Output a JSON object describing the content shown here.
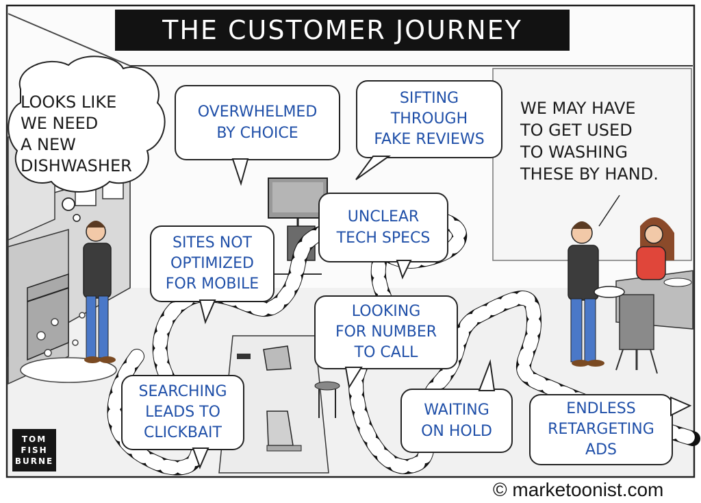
{
  "title": "THE CUSTOMER JOURNEY",
  "thought_bubble": [
    "LOOKS LIKE",
    "WE NEED",
    "A NEW",
    "DISHWASHER"
  ],
  "speech_text": [
    "WE MAY HAVE",
    "TO GET USED",
    "TO WASHING",
    "THESE BY HAND."
  ],
  "journey_steps": [
    {
      "lines": [
        "OVERWHELMED",
        "BY CHOICE"
      ]
    },
    {
      "lines": [
        "SIFTING",
        "THROUGH",
        "FAKE REVIEWS"
      ]
    },
    {
      "lines": [
        "UNCLEAR",
        "TECH SPECS"
      ]
    },
    {
      "lines": [
        "SITES NOT",
        "OPTIMIZED",
        "FOR MOBILE"
      ]
    },
    {
      "lines": [
        "LOOKING",
        "FOR NUMBER",
        "TO CALL"
      ]
    },
    {
      "lines": [
        "SEARCHING",
        "LEADS TO",
        "CLICKBAIT"
      ]
    },
    {
      "lines": [
        "WAITING",
        "ON HOLD"
      ]
    },
    {
      "lines": [
        "ENDLESS",
        "RETARGETING",
        "ADS"
      ]
    }
  ],
  "signature": [
    "TOM",
    "FISH",
    "BURNE"
  ],
  "credit": "© marketoonist.com",
  "colors": {
    "bubble_text": "#1f4fa8",
    "banner": "#121212",
    "path_stripe": "#111111",
    "floor": "#f4f4f4",
    "shirt_red": "#e0463a",
    "pants_blue": "#4a78c8",
    "sweater": "#3c3c3c"
  }
}
